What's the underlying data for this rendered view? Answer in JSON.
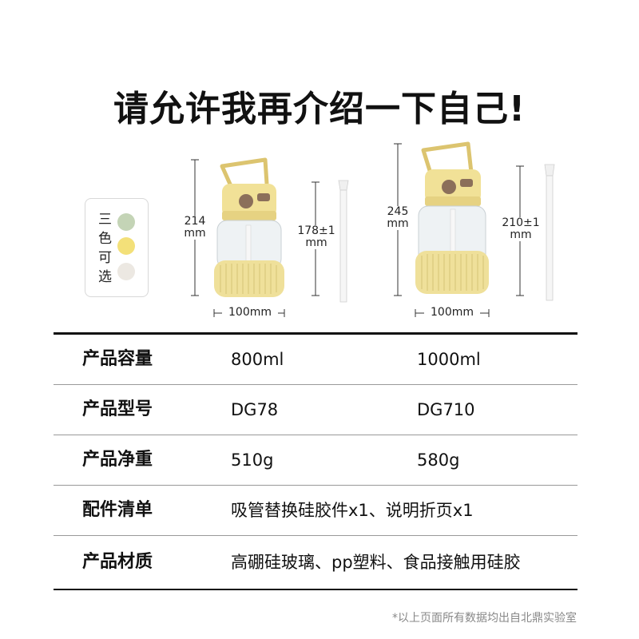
{
  "title": "请允许我再介绍一下自己!",
  "colors": {
    "label": "三色可选",
    "swatches": [
      "#c4d4b6",
      "#f3e079",
      "#ece8e2"
    ],
    "accent_yellow": "#efe09a",
    "lid_yellow": "#f1e197"
  },
  "product_small": {
    "height": "214\nmm",
    "straw": "178±1\nmm",
    "width": "100mm"
  },
  "product_large": {
    "height": "245\nmm",
    "straw": "210±1\nmm",
    "width": "100mm"
  },
  "specs": [
    {
      "label": "产品容量",
      "v1": "800ml",
      "v2": "1000ml"
    },
    {
      "label": "产品型号",
      "v1": "DG78",
      "v2": "DG710"
    },
    {
      "label": "产品净重",
      "v1": "510g",
      "v2": "580g"
    },
    {
      "label": "配件清单",
      "v1": "吸管替换硅胶件x1、说明折页x1",
      "v2": ""
    },
    {
      "label": "产品材质",
      "v1": "高硼硅玻璃、pp塑料、食品接触用硅胶",
      "v2": ""
    }
  ],
  "footnote": "*以上页面所有数据均出自北鼎实验室"
}
